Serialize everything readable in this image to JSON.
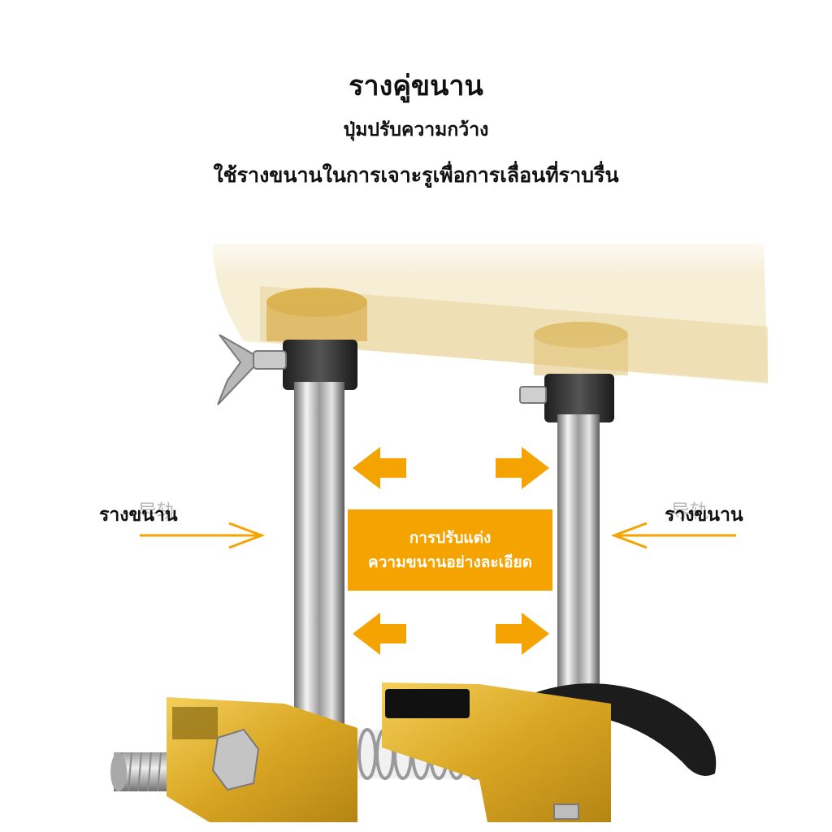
{
  "header": {
    "title": "รางคู่ขนาน",
    "subtitle_1": "ปุ่มปรับความกว้าง",
    "subtitle_2": "ใช้รางขนานในการเจาะรูเพื่อการเลื่อนที่ราบรื่น"
  },
  "labels": {
    "left": "รางขนาน",
    "right": "รางขนาน",
    "watermark": "导轨"
  },
  "center_box": {
    "line_1": "การปรับแต่ง",
    "line_2": "ความขนานอย่างละเอียด"
  },
  "colors": {
    "accent_orange": "#f5a300",
    "aluminum_gold": "#d9a623",
    "steel": "#c8c8c8",
    "dark_nut": "#3a3a3a"
  }
}
